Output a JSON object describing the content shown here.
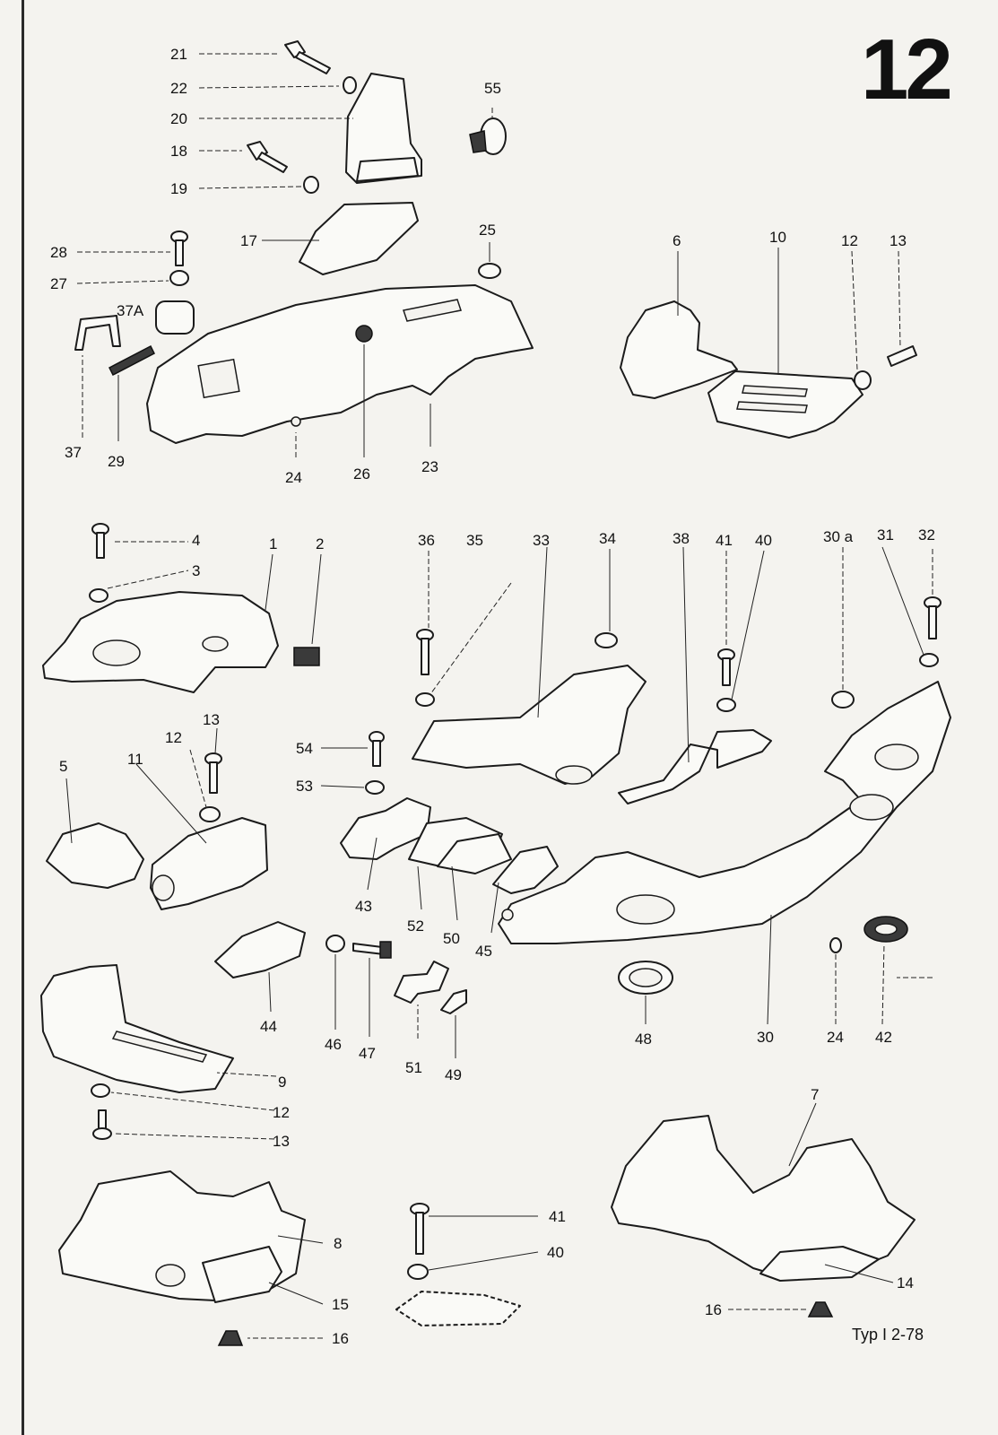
{
  "page": {
    "number": "12",
    "footer": "Typ I  2-78"
  },
  "callouts": [
    {
      "id": "c21",
      "text": "21"
    },
    {
      "id": "c22",
      "text": "22"
    },
    {
      "id": "c20",
      "text": "20"
    },
    {
      "id": "c55",
      "text": "55"
    },
    {
      "id": "c18",
      "text": "18"
    },
    {
      "id": "c19",
      "text": "19"
    },
    {
      "id": "c17",
      "text": "17"
    },
    {
      "id": "c25",
      "text": "25"
    },
    {
      "id": "c28",
      "text": "28"
    },
    {
      "id": "c27",
      "text": "27"
    },
    {
      "id": "c37A",
      "text": "37A"
    },
    {
      "id": "c37",
      "text": "37"
    },
    {
      "id": "c29",
      "text": "29"
    },
    {
      "id": "c24a",
      "text": "24"
    },
    {
      "id": "c26",
      "text": "26"
    },
    {
      "id": "c23",
      "text": "23"
    },
    {
      "id": "c6",
      "text": "6"
    },
    {
      "id": "c10",
      "text": "10"
    },
    {
      "id": "c12a",
      "text": "12"
    },
    {
      "id": "c13a",
      "text": "13"
    },
    {
      "id": "c4",
      "text": "4"
    },
    {
      "id": "c3",
      "text": "3"
    },
    {
      "id": "c1",
      "text": "1"
    },
    {
      "id": "c2",
      "text": "2"
    },
    {
      "id": "c36",
      "text": "36"
    },
    {
      "id": "c35",
      "text": "35"
    },
    {
      "id": "c33",
      "text": "33"
    },
    {
      "id": "c34",
      "text": "34"
    },
    {
      "id": "c38",
      "text": "38"
    },
    {
      "id": "c41a",
      "text": "41"
    },
    {
      "id": "c40a",
      "text": "40"
    },
    {
      "id": "c30a",
      "text": "30 a"
    },
    {
      "id": "c31",
      "text": "31"
    },
    {
      "id": "c32",
      "text": "32"
    },
    {
      "id": "c5",
      "text": "5"
    },
    {
      "id": "c11",
      "text": "11"
    },
    {
      "id": "c12b",
      "text": "12"
    },
    {
      "id": "c13b",
      "text": "13"
    },
    {
      "id": "c54",
      "text": "54"
    },
    {
      "id": "c53",
      "text": "53"
    },
    {
      "id": "c43",
      "text": "43"
    },
    {
      "id": "c52",
      "text": "52"
    },
    {
      "id": "c50",
      "text": "50"
    },
    {
      "id": "c45",
      "text": "45"
    },
    {
      "id": "c48",
      "text": "48"
    },
    {
      "id": "c30",
      "text": "30"
    },
    {
      "id": "c24b",
      "text": "24"
    },
    {
      "id": "c42",
      "text": "42"
    },
    {
      "id": "c44",
      "text": "44"
    },
    {
      "id": "c46",
      "text": "46"
    },
    {
      "id": "c47",
      "text": "47"
    },
    {
      "id": "c51",
      "text": "51"
    },
    {
      "id": "c49",
      "text": "49"
    },
    {
      "id": "c9",
      "text": "9"
    },
    {
      "id": "c12c",
      "text": "12"
    },
    {
      "id": "c13c",
      "text": "13"
    },
    {
      "id": "c7",
      "text": "7"
    },
    {
      "id": "c8",
      "text": "8"
    },
    {
      "id": "c41b",
      "text": "41"
    },
    {
      "id": "c40b",
      "text": "40"
    },
    {
      "id": "c14",
      "text": "14"
    },
    {
      "id": "c15",
      "text": "15"
    },
    {
      "id": "c16a",
      "text": "16"
    },
    {
      "id": "c16b",
      "text": "16"
    }
  ]
}
